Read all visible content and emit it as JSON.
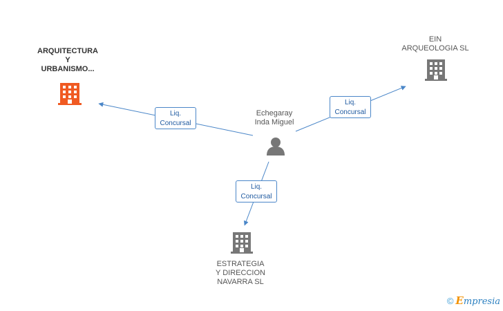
{
  "nodes": {
    "center_person": {
      "name": "Echegaray\nInda Miguel"
    },
    "arquitectura": {
      "name": "ARQUITECTURA\nY\nURBANISMO..."
    },
    "ein": {
      "name": "EIN\nARQUEOLOGIA SL"
    },
    "estrategia": {
      "name": "ESTRATEGIA\nY DIRECCION\nNAVARRA SL"
    }
  },
  "edges": {
    "to_arquitectura": {
      "line1": "Liq.",
      "line2": "Concursal"
    },
    "to_ein": {
      "line1": "Liq.",
      "line2": "Concursal"
    },
    "to_estrategia": {
      "line1": "Liq.",
      "line2": "Concursal"
    }
  },
  "colors": {
    "edge": "#4a86c8",
    "highlight_building": "#f05a22",
    "building": "#777777",
    "person": "#777777"
  },
  "icons": {
    "person": "person-icon",
    "building": "building-icon"
  },
  "footer": {
    "copyright": "©",
    "brand_initial": "E",
    "brand_rest": "mpresia"
  }
}
